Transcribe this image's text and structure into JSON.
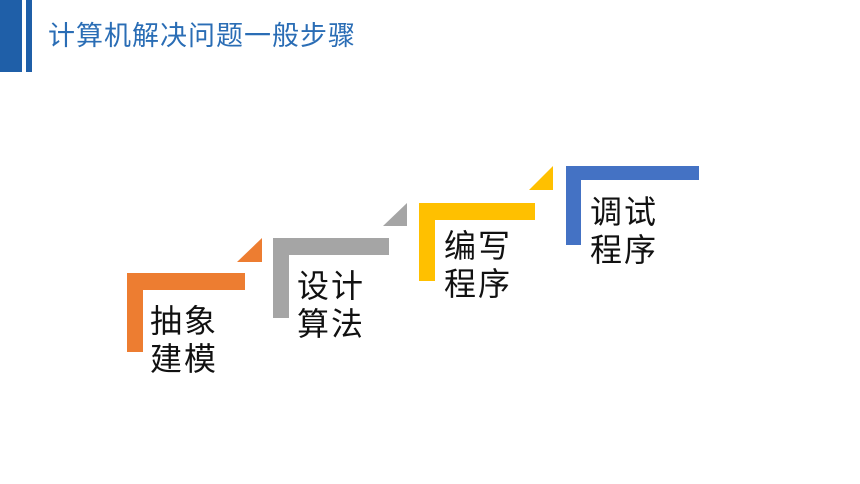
{
  "title": "计算机解决问题一般步骤",
  "colors": {
    "header": "#1f5fa8",
    "title_text": "#2a6db5"
  },
  "steps": [
    {
      "line1": "抽象",
      "line2": "建模",
      "color": "#ed7d31"
    },
    {
      "line1": "设计",
      "line2": "算法",
      "color": "#a5a5a5"
    },
    {
      "line1": "编写",
      "line2": "程序",
      "color": "#ffc000"
    },
    {
      "line1": "调试",
      "line2": "程序",
      "color": "#4472c4"
    }
  ]
}
